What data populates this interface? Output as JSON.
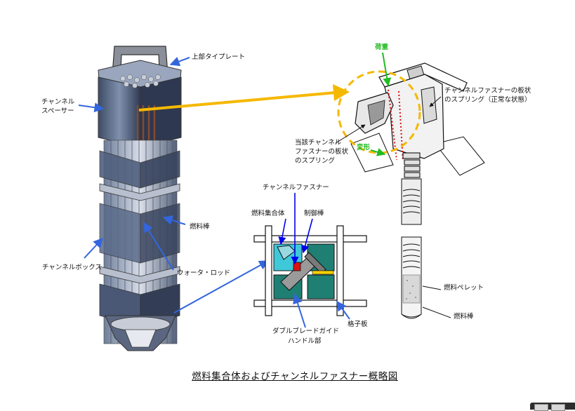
{
  "labels": {
    "upper_tie_plate": "上部タイプレート",
    "channel_spacer_1": "チャンネル",
    "channel_spacer_2": "スペーサー",
    "fuel_rod_left": "燃料棒",
    "channel_box": "チャンネルボックス",
    "water_rod": "ウォータ・ロッド",
    "load": "荷重",
    "deformation": "変形",
    "spring_normal_1": "チャンネルファスナーの板状",
    "spring_normal_2": "のスプリング（正常な状態）",
    "spring_subject_1": "当該チャンネル",
    "spring_subject_2": "ファスナーの板状",
    "spring_subject_3": "のスプリング",
    "channel_fastener": "チャンネルファスナー",
    "fuel_assembly": "燃料集合体",
    "control_rod": "制御棒",
    "double_blade_1": "ダブルブレードガイド",
    "double_blade_2": "ハンドル部",
    "grid_plate": "格子板",
    "fuel_pellet": "燃料ペレット",
    "fuel_rod_right": "燃料棒"
  },
  "title": "燃料集合体およびチャンネルファスナー概略図",
  "colors": {
    "label_arrow": "#3366dd",
    "fastener_arrow": "#0000ee",
    "highlight_arrow": "#f5b800",
    "load_arrow": "#22bb22",
    "assembly_cyan": "#3fc8d8",
    "assembly_teal": "#1f7f73",
    "dotted_red": "#dd1111"
  }
}
